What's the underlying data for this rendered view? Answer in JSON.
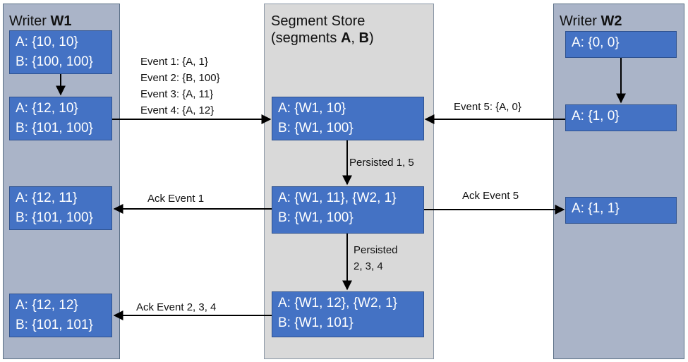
{
  "lanes": {
    "w1": {
      "title_prefix": "Writer ",
      "title_bold": "W1"
    },
    "store": {
      "title_line1": "Segment Store",
      "title_line2_prefix": "(segments ",
      "title_a": "A",
      "title_sep": ", ",
      "title_b": "B",
      "title_suffix": ")"
    },
    "w2": {
      "title_prefix": "Writer ",
      "title_bold": "W2"
    }
  },
  "w1_boxes": [
    {
      "a": "A: {10, 10}",
      "b": "B: {100, 100}"
    },
    {
      "a": "A: {12, 10}",
      "b": "B: {101, 100}"
    },
    {
      "a": "A: {12, 11}",
      "b": "B: {101, 100}"
    },
    {
      "a": "A: {12, 12}",
      "b": "B: {101, 101}"
    }
  ],
  "store_boxes": [
    {
      "a": "A: {W1, 10}",
      "b": "B: {W1, 100}"
    },
    {
      "a": "A: {W1, 11}, {W2, 1}",
      "b": "B: {W1, 100}"
    },
    {
      "a": "A: {W1, 12}, {W2, 1}",
      "b": "B: {W1, 101}"
    }
  ],
  "w2_boxes": [
    {
      "a": "A: {0, 0}"
    },
    {
      "a": "A: {1, 0}"
    },
    {
      "a": "A: {1, 1}"
    }
  ],
  "labels": {
    "events": [
      "Event 1: {A, 1}",
      "Event 2: {B, 100}",
      "Event 3: {A,  11}",
      "Event 4: {A, 12}"
    ],
    "event5": "Event 5: {A, 0}",
    "persisted_1_5": "Persisted 1, 5",
    "ack_event_1": "Ack Event 1",
    "ack_event_5": "Ack Event 5",
    "persisted_234_line1": "Persisted",
    "persisted_234_line2": "2, 3, 4",
    "ack_event_234": "Ack Event 2, 3, 4"
  }
}
